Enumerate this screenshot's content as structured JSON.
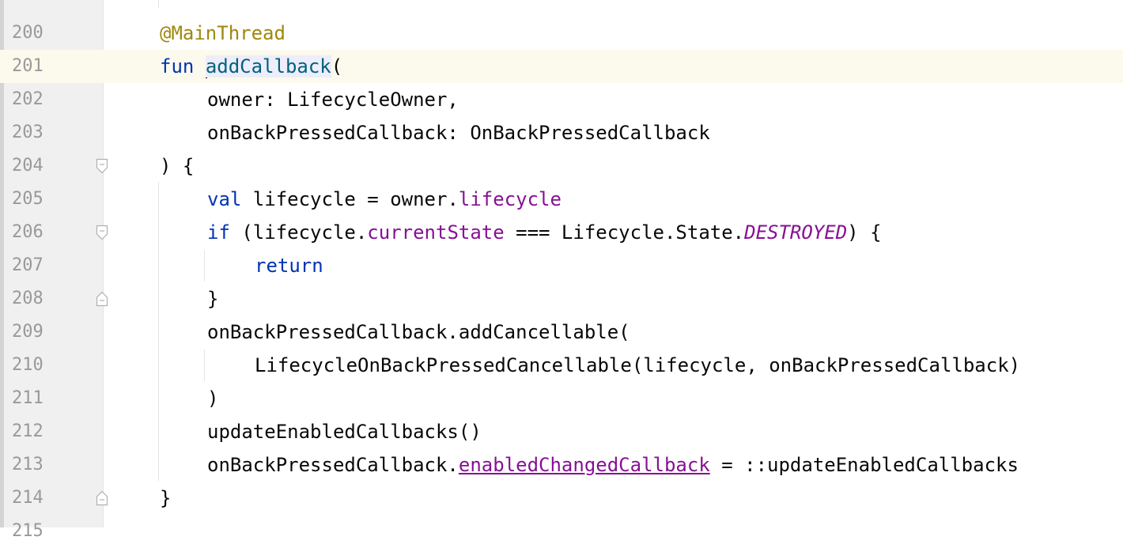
{
  "line_numbers": [
    "200",
    "201",
    "202",
    "203",
    "204",
    "205",
    "206",
    "207",
    "208",
    "209",
    "210",
    "211",
    "212",
    "213",
    "214",
    "215"
  ],
  "code": {
    "l200": {
      "annotation": "@MainThread"
    },
    "l201": {
      "kw_fun": "fun",
      "fn_name": "addCallback",
      "open": "("
    },
    "l202": {
      "text": "owner: LifecycleOwner,"
    },
    "l203": {
      "text": "onBackPressedCallback: OnBackPressedCallback"
    },
    "l204": {
      "text": ") {"
    },
    "l205": {
      "kw_val": "val",
      "a": " lifecycle = owner.",
      "prop": "lifecycle"
    },
    "l206": {
      "kw_if": "if",
      "a": " (lifecycle.",
      "prop": "currentState",
      "b": " === Lifecycle.State.",
      "const": "DESTROYED",
      "c": ") {"
    },
    "l207": {
      "kw_return": "return"
    },
    "l208": {
      "text": "}"
    },
    "l209": {
      "text": "onBackPressedCallback.addCancellable("
    },
    "l210": {
      "text": "LifecycleOnBackPressedCancellable(lifecycle, onBackPressedCallback)"
    },
    "l211": {
      "text": ")"
    },
    "l212": {
      "text": "updateEnabledCallbacks()"
    },
    "l213": {
      "a": "onBackPressedCallback.",
      "prop": "enabledChangedCallback",
      "b": " = ::updateEnabledCallbacks"
    },
    "l214": {
      "text": "}"
    }
  },
  "colors": {
    "keyword": "#0033b3",
    "annotation": "#9e880d",
    "property": "#871094",
    "function_decl": "#00627a",
    "line_number": "#999999",
    "current_line": "#fcfaed"
  },
  "icons": {
    "fold_start": "fold-collapse-icon",
    "fold_end": "fold-end-icon"
  }
}
